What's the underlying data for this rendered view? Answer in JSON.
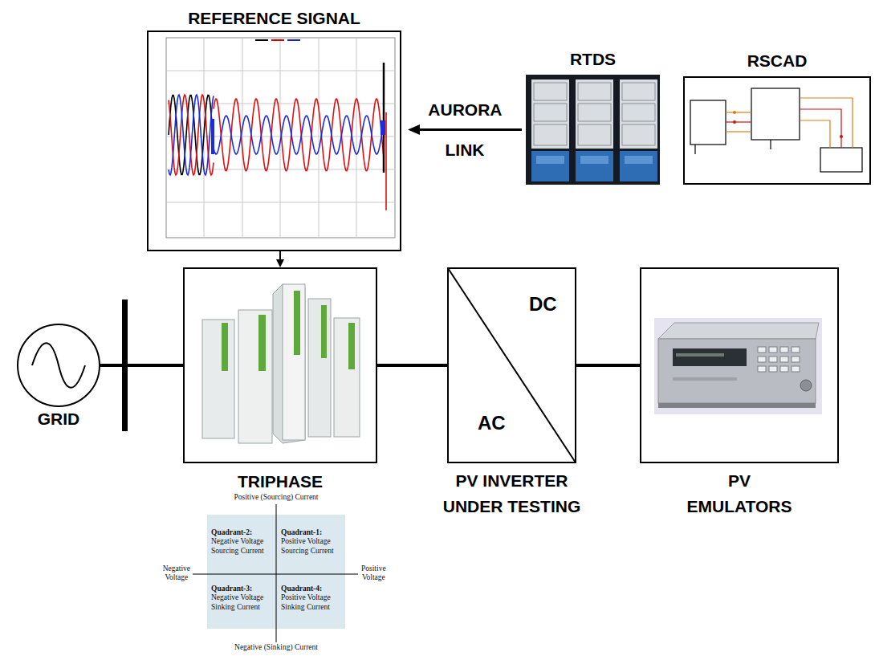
{
  "diagram": {
    "nodes": [
      {
        "text": [
          "REFERENCE SIGNAL"
        ]
      },
      {
        "text": [
          "RTDS"
        ]
      },
      {
        "text": [
          "RSCAD"
        ]
      },
      {
        "text": [
          "GRID"
        ]
      },
      {
        "text": [
          "TRIPHASE"
        ]
      },
      {
        "text": [
          "DC",
          "AC",
          "PV INVERTER UNDER TESTING"
        ]
      },
      {
        "text": [
          "PV EMULATORS"
        ]
      },
      {
        "text": [
          "Quadrant-2:",
          "Negative Voltage Sourcing Current"
        ]
      },
      {
        "text": [
          "Quadrant-1:",
          "Positive Voltage Sourcing Current"
        ]
      },
      {
        "text": [
          "Quadrant-3:",
          "Negative Voltage Sinking Current"
        ]
      },
      {
        "text": [
          "Quadrant-4:",
          "Positive Voltage Sinking Current"
        ]
      }
    ],
    "edges": [
      {
        "from": 1,
        "to": 0,
        "arrow": "to",
        "label": "AURORA LINK"
      },
      {
        "from": 0,
        "to": 4,
        "arrow": "to"
      },
      {
        "from": 3,
        "to": 4,
        "arrow": "none"
      },
      {
        "from": 4,
        "to": 5,
        "arrow": "none"
      },
      {
        "from": 5,
        "to": 6,
        "arrow": "none"
      }
    ],
    "labels": [
      "Positive (Sourcing) Current",
      "Negative Voltage",
      "Positive Voltage",
      "Negative (Sinking) Current"
    ]
  }
}
